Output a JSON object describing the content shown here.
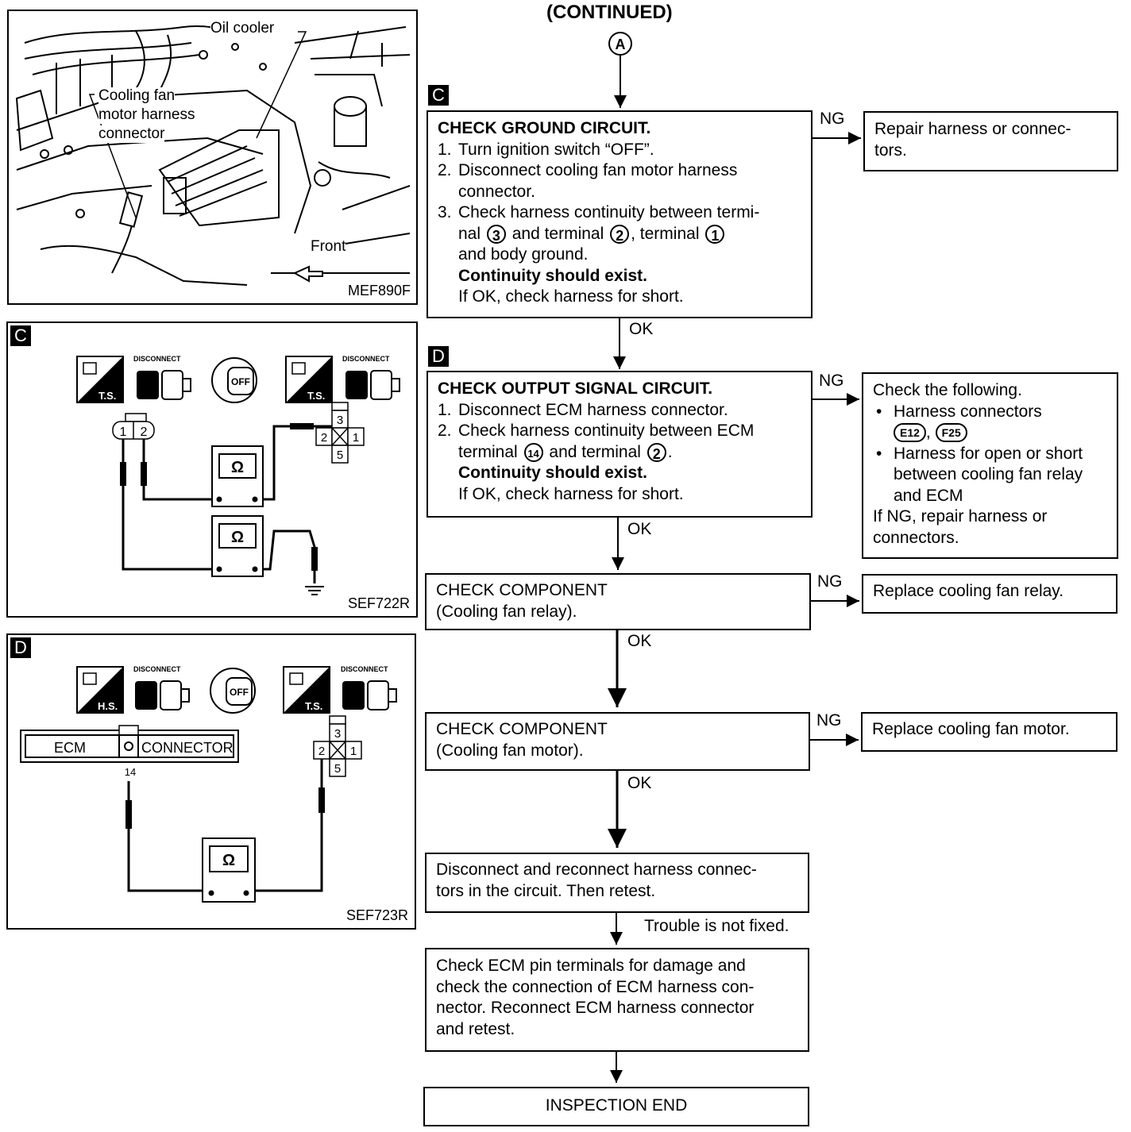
{
  "header": {
    "title": "(CONTINUED)",
    "connector_a": "A"
  },
  "figures": {
    "engine": {
      "label_oil_cooler": "Oil cooler",
      "label_fan_connector": [
        "Cooling fan",
        "motor harness",
        "connector"
      ],
      "label_front": "Front",
      "code": "MEF890F"
    },
    "c": {
      "tag": "C",
      "code": "SEF722R",
      "disconnect": "DISCONNECT",
      "ts": "T.S.",
      "off": "OFF",
      "pins_left": [
        "1",
        "2"
      ],
      "pins_right": [
        "3",
        "2",
        "1",
        "5"
      ],
      "ohm": "Ω"
    },
    "d": {
      "tag": "D",
      "code": "SEF723R",
      "disconnect": "DISCONNECT",
      "hs": "H.S.",
      "ts": "T.S.",
      "off": "OFF",
      "ecm": "ECM",
      "connector": "CONNECTOR",
      "terminal": "14",
      "pins_right": [
        "3",
        "2",
        "1",
        "5"
      ],
      "ohm": "Ω"
    }
  },
  "flow": {
    "tag_c": "C",
    "tag_d": "D",
    "ng": "NG",
    "ok": "OK",
    "step_c": {
      "title": "CHECK GROUND CIRCUIT.",
      "n1": "1.",
      "s1": "Turn ignition switch “OFF”.",
      "n2": "2.",
      "s2a": "Disconnect cooling fan motor harness",
      "s2b": "connector.",
      "n3": "3.",
      "s3a": "Check harness continuity between termi-",
      "s3b_1": "nal",
      "t3": "3",
      "s3b_2": "and terminal",
      "t2": "2",
      "s3b_3": ", terminal",
      "t1": "1",
      "s3c": "and body ground.",
      "result": "Continuity should exist.",
      "note": "If OK, check harness for short.",
      "ng_action": [
        "Repair harness or connec-",
        "tors."
      ]
    },
    "step_d": {
      "title": "CHECK OUTPUT SIGNAL CIRCUIT.",
      "n1": "1.",
      "s1": "Disconnect ECM harness connector.",
      "n2": "2.",
      "s2a": "Check harness continuity between ECM",
      "s2b_1": "terminal",
      "t14": "14",
      "s2b_2": "and terminal",
      "t2": "2",
      "s2b_3": ".",
      "result": "Continuity should exist.",
      "note": "If OK, check harness for short.",
      "ng_action": {
        "head": "Check the following.",
        "b1": "Harness connectors",
        "conn1": "E12",
        "sep": ",",
        "conn2": "F25",
        "b2a": "Harness for open or short",
        "b2b": "between cooling fan relay",
        "b2c": "and ECM",
        "tail_a": "If NG, repair harness or",
        "tail_b": "connectors."
      }
    },
    "step_relay": {
      "line1": "CHECK COMPONENT",
      "line2": "(Cooling fan relay).",
      "ng_action": "Replace cooling fan relay."
    },
    "step_motor": {
      "line1": "CHECK COMPONENT",
      "line2": "(Cooling fan motor).",
      "ng_action": "Replace cooling fan motor."
    },
    "step_reconnect": {
      "line1": "Disconnect and reconnect harness connec-",
      "line2": "tors in the circuit. Then retest."
    },
    "not_fixed": "Trouble is not fixed.",
    "step_ecm": {
      "line1": "Check ECM pin terminals for damage and",
      "line2": "check the connection of ECM harness con-",
      "line3": "nector. Reconnect ECM harness connector",
      "line4": "and retest."
    },
    "end": "INSPECTION END"
  }
}
